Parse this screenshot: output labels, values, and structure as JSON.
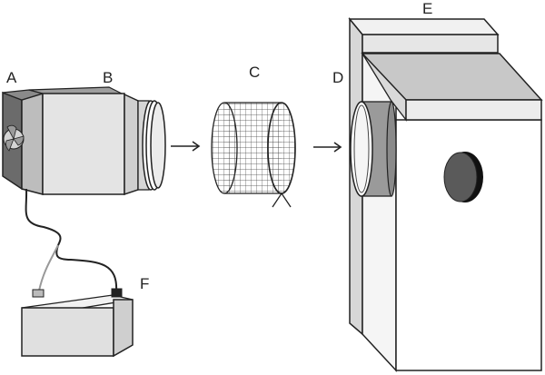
{
  "labels": {
    "a": "A",
    "b": "B",
    "c": "C",
    "d": "D",
    "e": "E",
    "f": "F"
  },
  "components": [
    {
      "label": "A",
      "icon": "fan-icon"
    },
    {
      "label": "B",
      "icon": "jar-icon"
    },
    {
      "label": "C",
      "icon": "mesh-cylinder-icon"
    },
    {
      "label": "D",
      "icon": "entrance-ring-icon"
    },
    {
      "label": "E",
      "icon": "box-icon"
    },
    {
      "label": "F",
      "icon": "battery-icon"
    }
  ],
  "colors": {
    "fill_light": "#e4e4e4",
    "fill_mid": "#c8c8c8",
    "fill_dark": "#6b6b6b",
    "stroke": "#222222",
    "hole": "#555555"
  }
}
